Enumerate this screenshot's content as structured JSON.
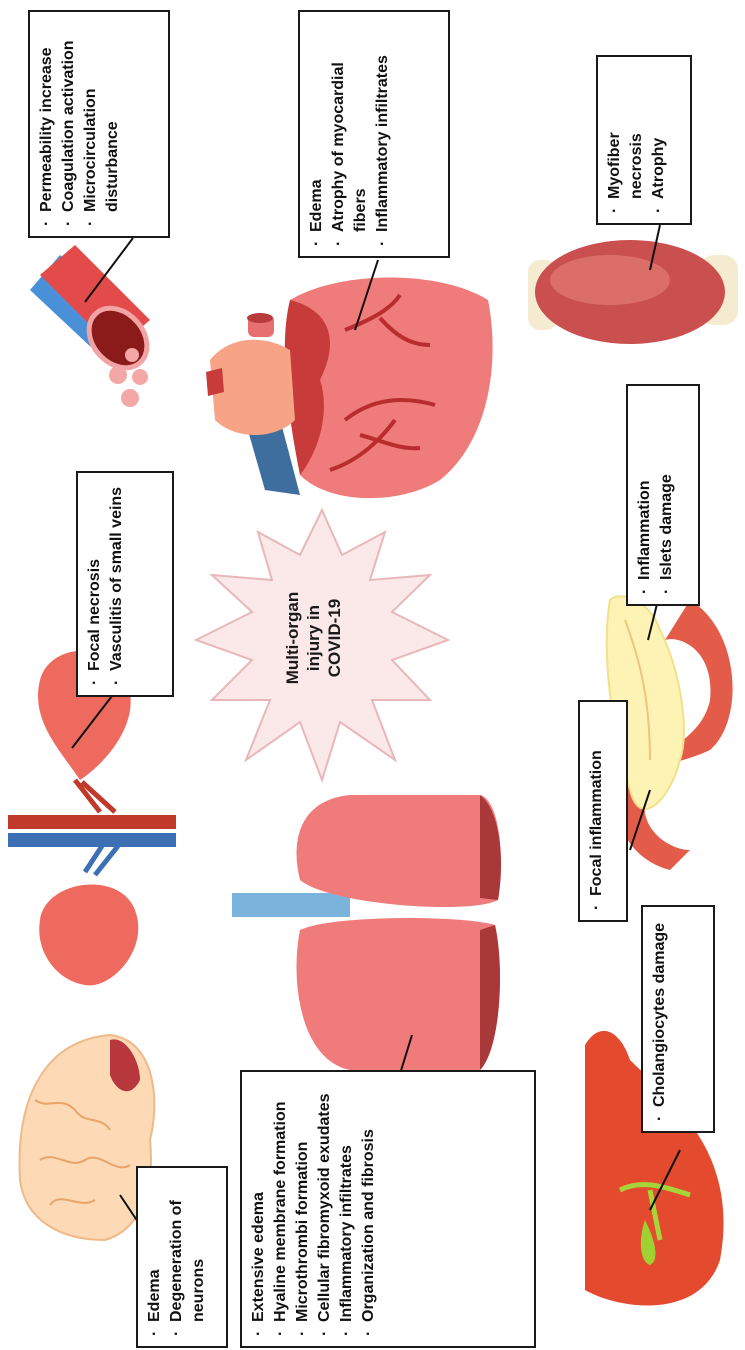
{
  "center": {
    "title": "Multi-organ injury in COVID-19"
  },
  "boxes": {
    "vessel": [
      "Permeability increase",
      "Coagulation activation",
      "Microcirculation disturbance"
    ],
    "heart": [
      "Edema",
      "Atrophy of myocardial fibers",
      "Inflammatory infiltrates"
    ],
    "muscle": [
      "Myofiber necrosis",
      "Atrophy"
    ],
    "kidney": [
      "Focal necrosis",
      "Vasculitis of small veins"
    ],
    "pancreas": [
      "Inflammation",
      "Islets damage"
    ],
    "intestine": [
      "Focal inflammation"
    ],
    "brain": [
      "Edema",
      "Degeneration of neurons"
    ],
    "lung": [
      "Extensive edema",
      "Hyaline membrane formation",
      "Microthrombi formation",
      "Cellular fibromyxoid exudates",
      "Inflammatory infiltrates",
      "Organization and fibrosis"
    ],
    "liver": [
      "Cholangiocytes damage"
    ]
  }
}
